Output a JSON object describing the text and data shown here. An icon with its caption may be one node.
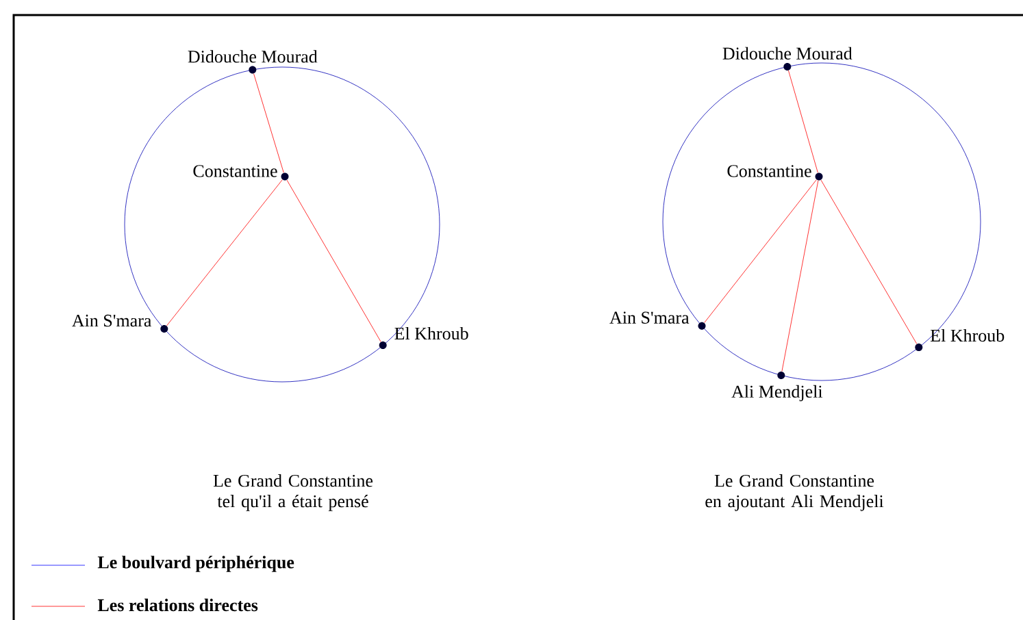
{
  "diagram": {
    "nodes": [
      {
        "text": [],
        "shape": "circle",
        "beside": [
          "Didouche Mourad"
        ]
      },
      {
        "text": [],
        "shape": "circle",
        "beside": [
          "Constantine"
        ]
      },
      {
        "text": [],
        "shape": "circle",
        "beside": [
          "Ain S'mara"
        ]
      },
      {
        "text": [],
        "shape": "circle",
        "beside": [
          "El Khroub"
        ]
      },
      {
        "text": [],
        "shape": "circle",
        "beside": [
          "Didouche Mourad"
        ]
      },
      {
        "text": [],
        "shape": "circle",
        "beside": [
          "Constantine"
        ]
      },
      {
        "text": [],
        "shape": "circle",
        "beside": [
          "Ain S'mara"
        ]
      },
      {
        "text": [],
        "shape": "circle",
        "beside": [
          "El Khroub"
        ]
      },
      {
        "text": [],
        "shape": "circle",
        "beside": [
          "Ali Mendjeli"
        ]
      }
    ],
    "edges": [
      {
        "from": 1,
        "to": 0,
        "arrow": "none",
        "color": "#ff0000"
      },
      {
        "from": 1,
        "to": 2,
        "arrow": "none",
        "color": "#ff0000"
      },
      {
        "from": 1,
        "to": 3,
        "arrow": "none",
        "color": "#ff0000"
      },
      {
        "from": 5,
        "to": 4,
        "arrow": "none",
        "color": "#ff0000"
      },
      {
        "from": 5,
        "to": 6,
        "arrow": "none",
        "color": "#ff0000"
      },
      {
        "from": 5,
        "to": 7,
        "arrow": "none",
        "color": "#ff0000"
      },
      {
        "from": 5,
        "to": 8,
        "arrow": "none",
        "color": "#ff0000"
      }
    ],
    "labels": [
      "Le Grand Constantine tel qu'il a était pensé",
      "Le Grand Constantine en ajoutant Ali Mendjeli"
    ],
    "legend": [
      {
        "text": "Le boulvard périphérique"
      },
      {
        "text": "Les relations directes"
      }
    ]
  }
}
